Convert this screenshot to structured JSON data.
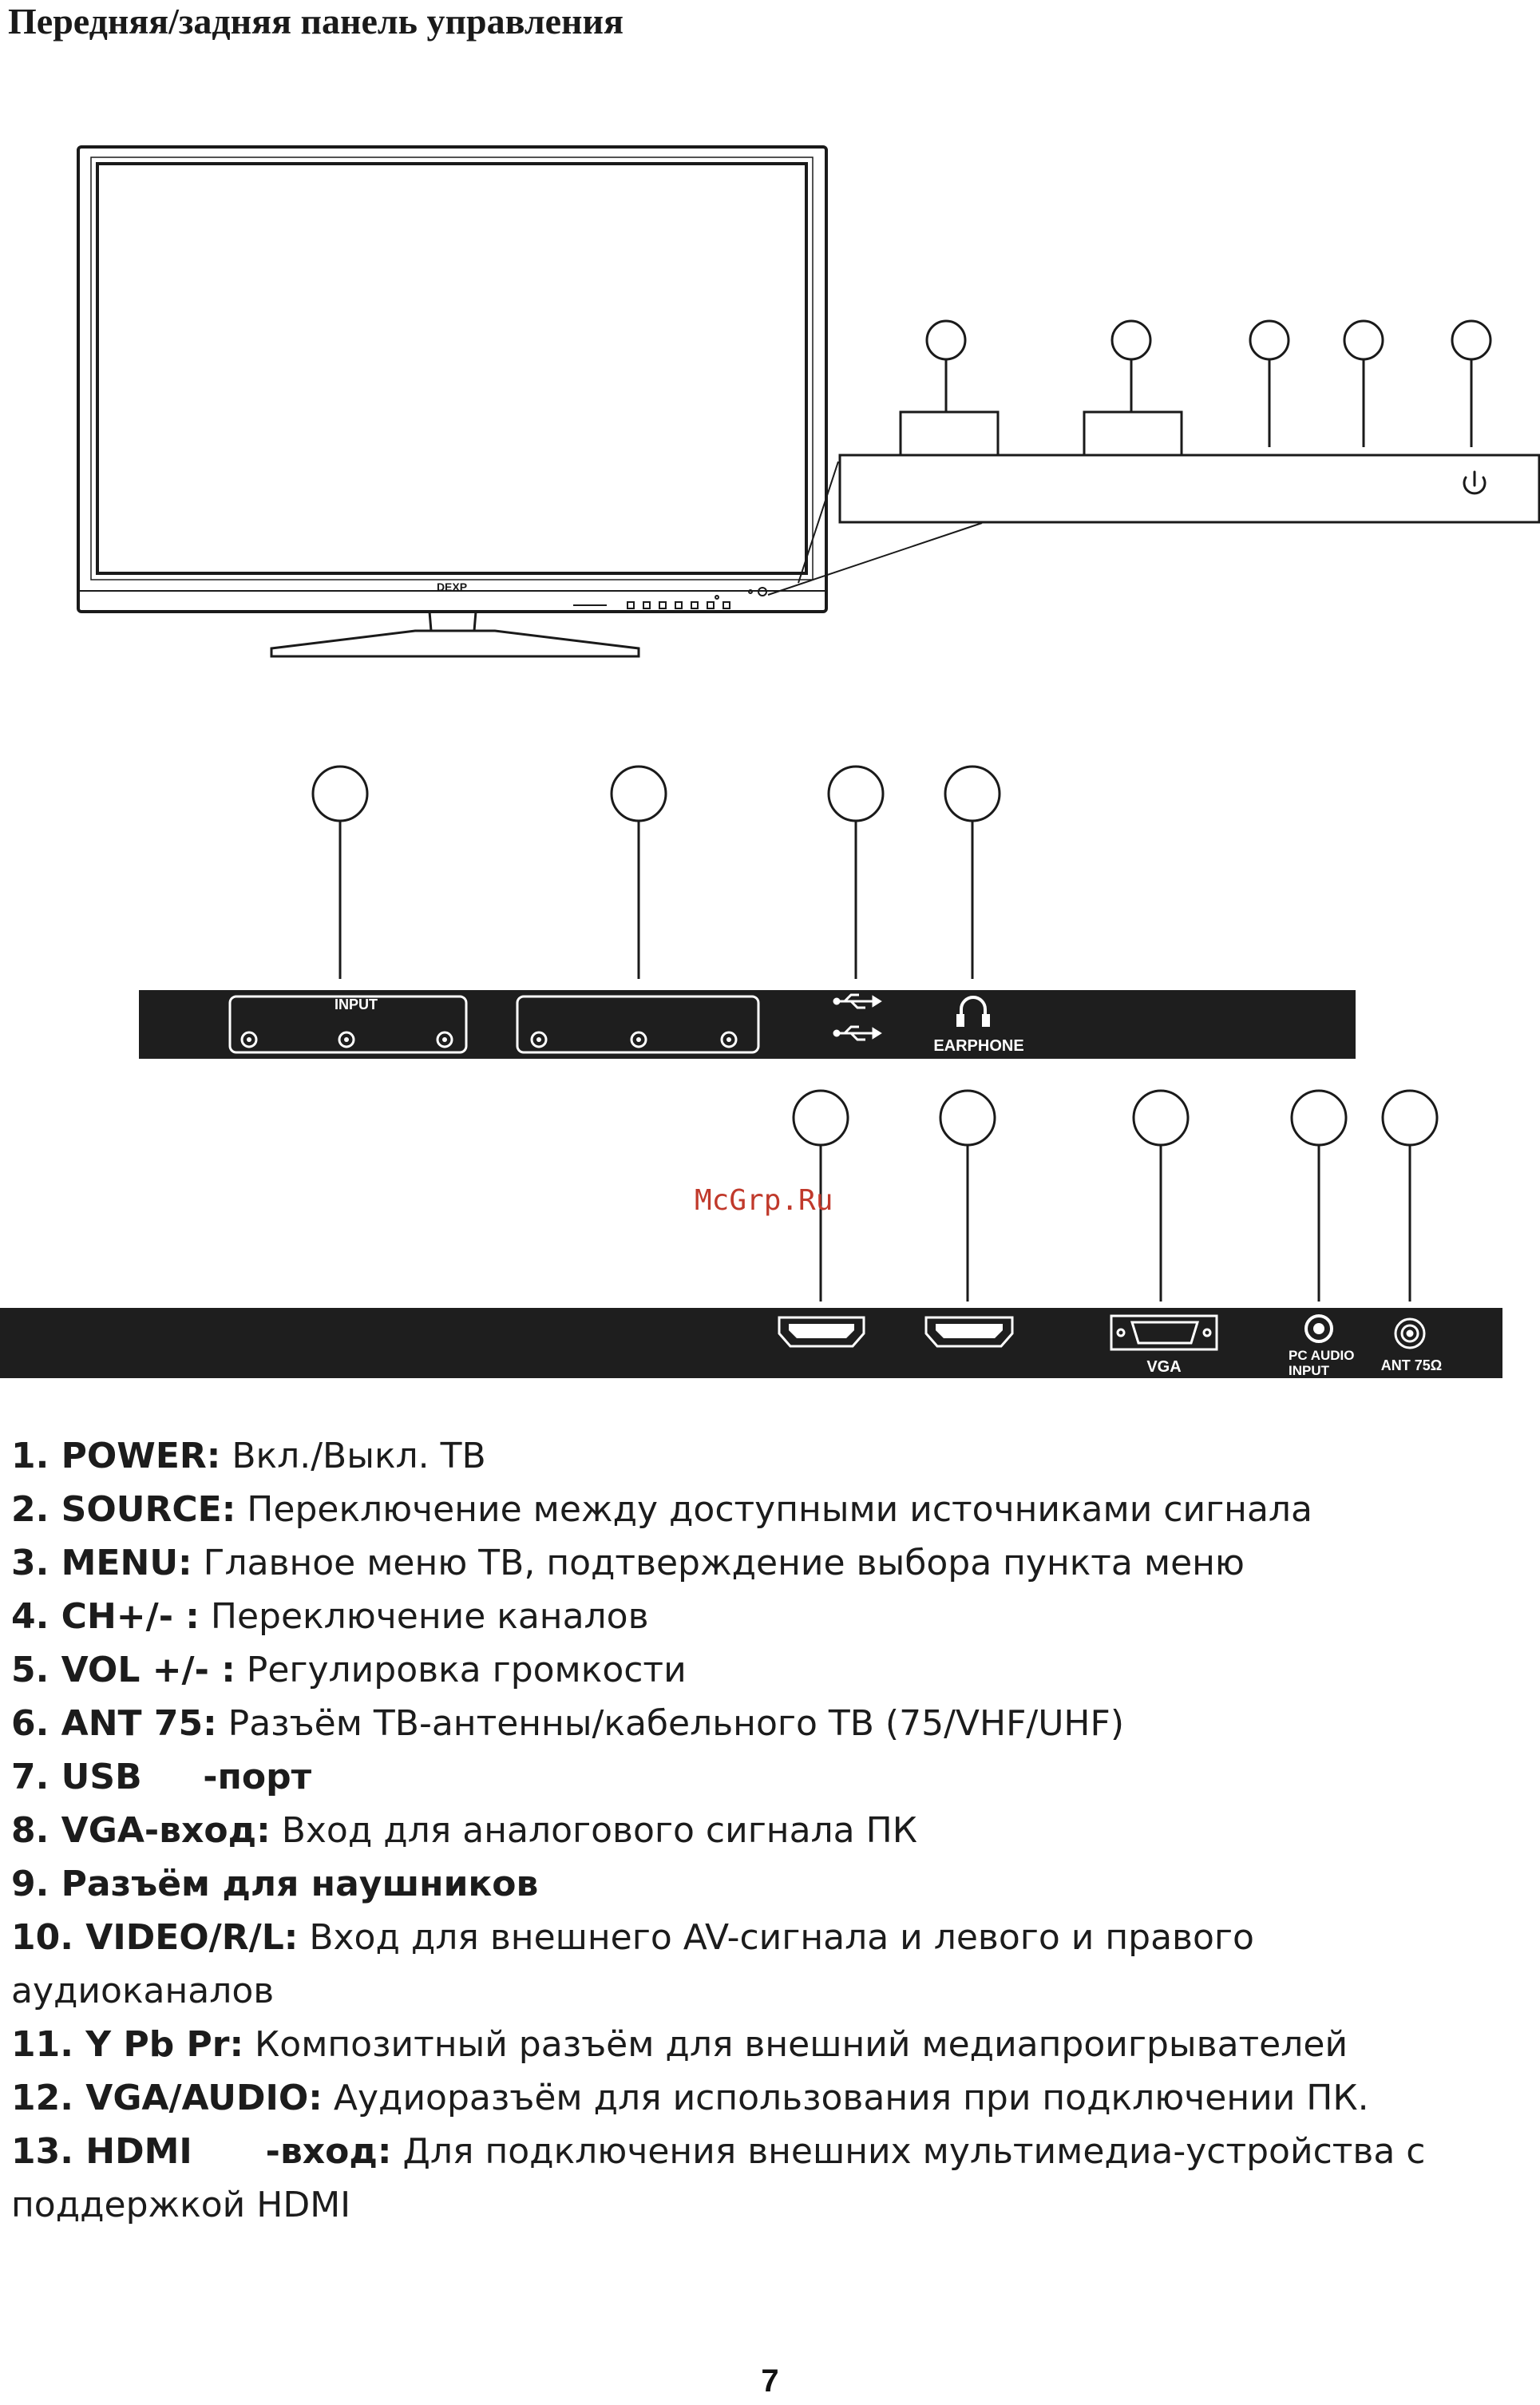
{
  "page": {
    "title": "Передняя/задняя панель управления",
    "number": "7"
  },
  "tv": {
    "brand_logo": "DEXP"
  },
  "rear_panel": {
    "input_label": "INPUT",
    "earphone_label": "EARPHONE",
    "vga_label": "VGA",
    "pc_audio_label_1": "PC AUDIO",
    "pc_audio_label_2": "INPUT",
    "ant_label": "ANT 75Ω"
  },
  "watermark": "McGrp.Ru",
  "legend": [
    {
      "term": "1. POWER:",
      "text": " Вкл./Выкл. ТВ"
    },
    {
      "term": "2. SOURCE:",
      "text": " Переключение между доступными источниками сигнала"
    },
    {
      "term": "3. MENU:",
      "text": " Главное меню ТВ, подтверждение выбора пункта меню"
    },
    {
      "term": "4. CH+/- :",
      "text": " Переключение каналов"
    },
    {
      "term": "5. VOL +/- :",
      "text": " Регулировка громкости"
    },
    {
      "term": "6. ANT 75:",
      "text": " Разъём ТВ-антенны/кабельного ТВ (75/VHF/UHF)"
    },
    {
      "term": "7. USB     -порт",
      "text": ""
    },
    {
      "term": "8. VGA-вход:",
      "text": " Вход для аналогового сигнала ПК"
    },
    {
      "term": "9. Разъём для наушников",
      "text": ""
    },
    {
      "term": "10. VIDEO/R/L:",
      "text": " Вход для внешнего AV-сигнала и левого и правого аудиоканалов"
    },
    {
      "term": "11. Y Pb Pr:",
      "text": " Композитный разъём для внешний медиапроигрывателей"
    },
    {
      "term": "12. VGA/AUDIO:",
      "text": " Аудиоразъём для использования при подключении ПК."
    },
    {
      "term": "13. HDMI      -вход:",
      "text": " Для подключения внешних мультимедиа-устройства с поддержкой HDMI"
    }
  ]
}
